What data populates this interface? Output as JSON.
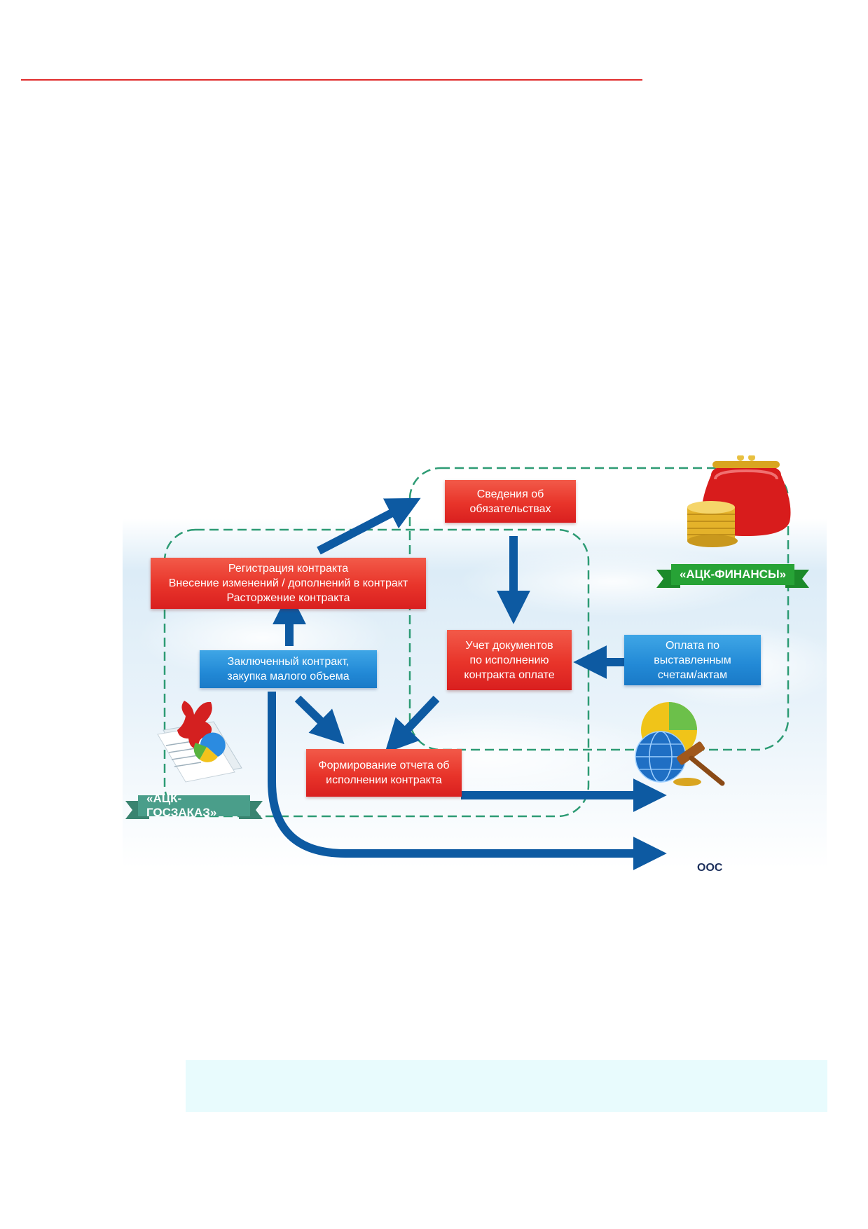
{
  "header": {
    "rule_color": "#e02a2a"
  },
  "diagram": {
    "colors": {
      "red": "#e8342a",
      "blue": "#2289d6",
      "arrow": "#0d5aa2",
      "dash": "#2d9b74",
      "green": "#27a336",
      "teal": "#4a9e8a"
    },
    "boxes": {
      "obligations": "Сведения об\nобязательствах",
      "registration": "Регистрация контракта\nВнесение изменений  / дополнений  в контракт\nРасторжение  контракта",
      "concluded": "Заключенный контракт,\nзакупка малого объема",
      "documents": "Учет документов\nпо исполнению\nконтракта оплате",
      "payment": "Оплата по\nвыставленным\nсчетам/актам",
      "report": "Формирование  отчета об\nисполнении  контракта"
    },
    "ribbons": {
      "finance": "«АЦК-ФИНАНСЫ»",
      "goszakaz": "«АЦК-ГОСЗАКАЗ»"
    },
    "ooc_label": "ООС",
    "icons": [
      "purse-icon",
      "coins-icon",
      "coat-of-arms-document-icon",
      "globe-gavel-icon"
    ]
  },
  "footer": {
    "note_bar_color": "#e8fbfd"
  }
}
